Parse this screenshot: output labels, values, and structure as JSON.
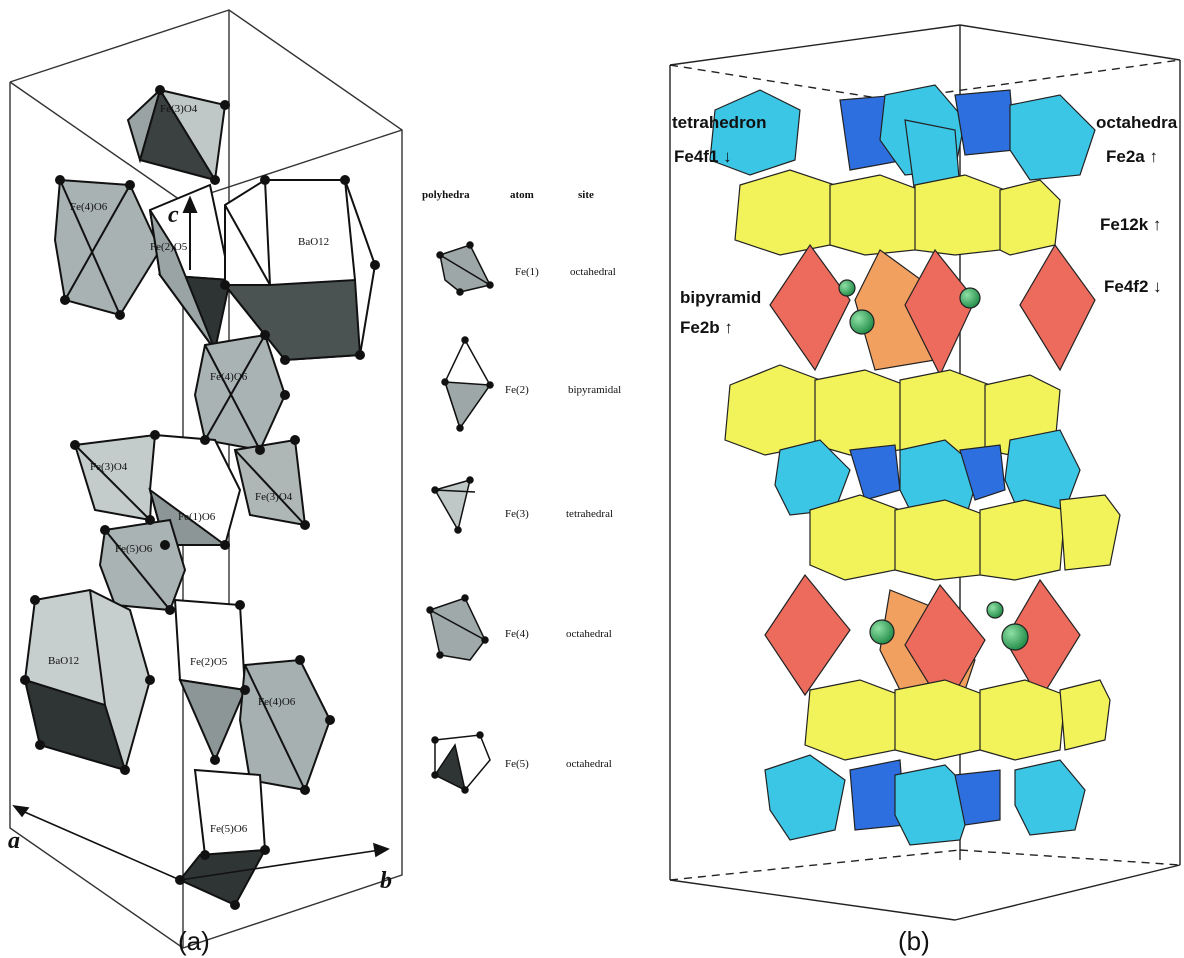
{
  "panel_a": {
    "caption": "(a)",
    "axes": {
      "a": "a",
      "b": "b",
      "c": "c"
    },
    "polyhedra_labels": {
      "fe3_top": "Fe(3)O4",
      "fe4_left": "Fe(4)O6",
      "fe2_top": "Fe(2)O5",
      "bao12_top": "BaO12",
      "fe4_mid": "Fe(4)O6",
      "fe3_left": "Fe(3)O4",
      "fe1_mid": "Fe(1)O6",
      "fe3_right": "Fe(3)O4",
      "fe5_mid": "Fe(5)O6",
      "bao12_bottom": "BaO12",
      "fe2_bottom": "Fe(2)O5",
      "fe4_bottom": "Fe(4)O6",
      "fe5_bottom": "Fe(5)O6"
    },
    "legend": {
      "headers": [
        "polyhedra",
        "atom",
        "site"
      ],
      "rows": [
        {
          "atom": "Fe(1)",
          "site": "octahedral"
        },
        {
          "atom": "Fe(2)",
          "site": "bipyramidal"
        },
        {
          "atom": "Fe(3)",
          "site": "tetrahedral"
        },
        {
          "atom": "Fe(4)",
          "site": "octahedral"
        },
        {
          "atom": "Fe(5)",
          "site": "octahedral"
        }
      ]
    }
  },
  "panel_b": {
    "caption": "(b)",
    "labels": {
      "tetrahedron": "tetrahedron",
      "fe4f1": "Fe4f1 ↓",
      "octahedra": "octahedra",
      "fe2a": "Fe2a ↑",
      "fe12k": "Fe12k ↑",
      "fe4f2": "Fe4f2 ↓",
      "bipyramid": "bipyramid",
      "fe2b": "Fe2b ↑"
    },
    "colors": {
      "octahedra_2a_4f2": "#3cc6e6",
      "tetrahedron_dark": "#2e6fe0",
      "layer_12k": "#f2f25a",
      "bipyramid": "#ec6b5d",
      "bipyramid_inner": "#f2a060",
      "barium": "#34b05a"
    }
  }
}
